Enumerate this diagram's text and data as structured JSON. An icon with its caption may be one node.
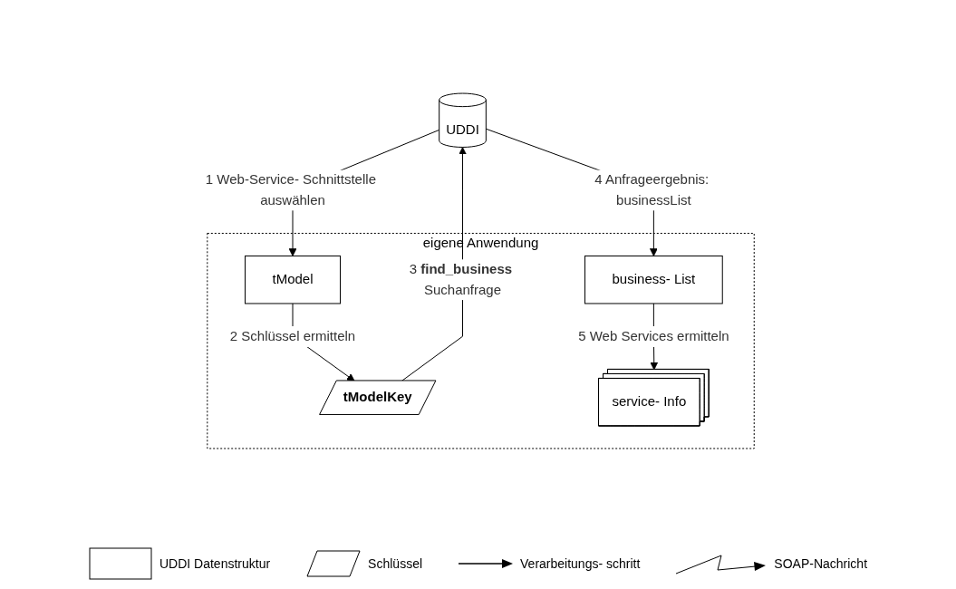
{
  "diagram": {
    "nodes": [
      {
        "text": [
          "UDDI"
        ]
      },
      {
        "text": [
          "eigene Anwendung"
        ]
      },
      {
        "text": [
          "tModel"
        ],
        "in": 1
      },
      {
        "text": [
          "**tModelKey**"
        ],
        "in": 1
      },
      {
        "text": [
          "business- List"
        ],
        "in": 1
      },
      {
        "text": [
          "service- Info"
        ],
        "in": 1
      }
    ],
    "edges": [
      {
        "from": 0,
        "to": 2,
        "arrow": "to",
        "label": "1 Web-Service- Schnittstelle auswählen"
      },
      {
        "from": 2,
        "to": 3,
        "arrow": "to",
        "label": "2 Schlüssel ermitteln"
      },
      {
        "from": 3,
        "to": 0,
        "arrow": "to",
        "label": "3 **find_business** Suchanfrage"
      },
      {
        "from": 0,
        "to": 4,
        "arrow": "to",
        "label": "4 Anfrageergebnis: businessList"
      },
      {
        "from": 4,
        "to": 5,
        "arrow": "to",
        "label": "5 Web Services ermitteln"
      }
    ],
    "legend": [
      {
        "text": "UDDI Datenstruktur"
      },
      {
        "text": "Schlüssel"
      },
      {
        "text": "Verarbeitungs- schritt"
      },
      {
        "text": "SOAP-Nachricht"
      }
    ]
  }
}
